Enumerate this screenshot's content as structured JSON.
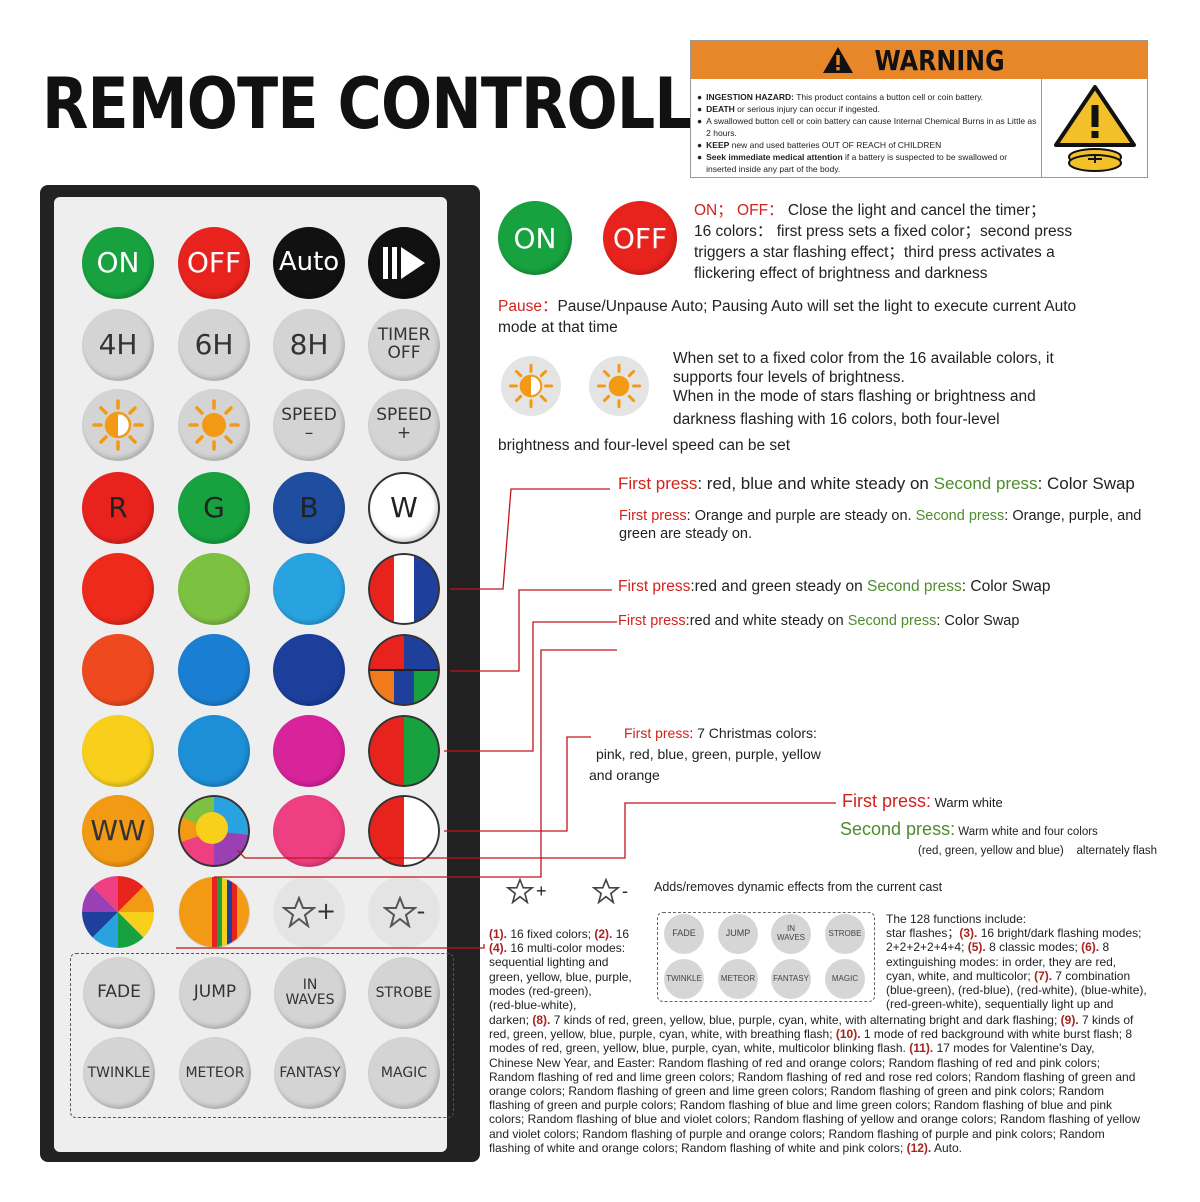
{
  "title": "REMOTE CONTROLLER",
  "warning": {
    "header": "WARNING",
    "lines": [
      {
        "bold": "INGESTION HAZARD:",
        "text": " This product contains a button cell or coin battery."
      },
      {
        "bold": "DEATH",
        "text": " or serious injury can occur if ingested."
      },
      {
        "bold": "",
        "text": "A swallowed button cell or coin battery can cause Internal Chemical Burns in as Little as 2 hours."
      },
      {
        "bold": "KEEP",
        "text": " new and used batteries OUT OF REACH of CHILDREN"
      },
      {
        "bold": "Seek immediate medical attention",
        "text": " if a battery is suspected to be swallowed or inserted inside any part of the body."
      }
    ]
  },
  "remote": {
    "row1": [
      "ON",
      "OFF",
      "Auto",
      "play-pause"
    ],
    "row2": [
      "4H",
      "6H",
      "8H",
      "TIMER OFF"
    ],
    "row3": [
      "brightness-down",
      "brightness-up",
      "SPEED –",
      "SPEED +"
    ],
    "row4": [
      "R",
      "G",
      "B",
      "W"
    ],
    "effects": [
      "FADE",
      "JUMP",
      "IN WAVES",
      "STROBE",
      "TWINKLE",
      "METEOR",
      "FANTASY",
      "MAGIC"
    ],
    "star_plus": "+",
    "star_minus": "-",
    "colors": {
      "red": "#e8231e",
      "green": "#17a23f",
      "blue": "#1f4ea1",
      "black": "#111111",
      "grid": [
        [
          "#ee2a1c",
          "#7dc143",
          "#29a3e0"
        ],
        [
          "#ef4a1f",
          "#1a7fd2",
          "#1c3f9c"
        ],
        [
          "#f8d01c",
          "#1d8fd6",
          "#d9239a"
        ],
        [
          "#f39a14",
          "#ee3f82"
        ]
      ]
    }
  },
  "legend": {
    "on_label": "ON",
    "off_label": "OFF",
    "onoff": {
      "p1a": "ON； OFF：",
      "p1b": " Close the light and cancel the timer；",
      "p2": "16 colors：   first press sets a fixed color；second press",
      "p3": "triggers a star flashing effect；third press activates a",
      "p4": "flickering effect of brightness and darkness"
    },
    "pause": {
      "label": "Pause：",
      "text1": "Pause/Unpause Auto; Pausing Auto will set the light to execute current Auto",
      "text2": "mode at that time"
    },
    "brightness": {
      "l1": "When set to a fixed color from the 16 available colors, it",
      "l2": "supports four levels of brightness.",
      "l3": "When in the mode of stars flashing or brightness and",
      "l4": "darkness flashing with 16 colors, both four-level",
      "l5": "brightness and four-level speed can be set"
    },
    "rbw": {
      "fp": "First press",
      "a": ": red, blue and white steady on ",
      "sp": "Second press",
      "b": ": Color Swap"
    },
    "op": {
      "fp": "First press",
      "a": ": Orange and purple are steady on. ",
      "sp": "Second press",
      "b": ": Orange, purple, and",
      "c": "green are steady on."
    },
    "rg": {
      "fp": "First press",
      "a": ":red and green steady on ",
      "sp": "Second press",
      "b": ": Color Swap"
    },
    "rw": {
      "fp": "First press",
      "a": ":red and white steady on ",
      "sp": "Second press",
      "b": ": Color Swap"
    },
    "xmas": {
      "fp": "First press",
      "a": ": 7 Christmas colors:",
      "b": "pink, red, blue, green, purple, yellow",
      "c": "and orange"
    },
    "ww": {
      "fp": "First press:",
      "a": " Warm white",
      "sp": "Second press:",
      "b": " Warm white and four colors",
      "c": "(red, green, yellow and blue)    alternately flash"
    },
    "stars_text": "Adds/removes dynamic effects from the current cast",
    "mini": [
      "FADE",
      "JUMP",
      "IN WAVES",
      "STROBE",
      "TWINKLE",
      "METEOR",
      "FANTASY",
      "MAGIC"
    ],
    "func_head": "The 128 functions include:",
    "right_lines": [
      {
        "pre": "star flashes；",
        "b": "(3).",
        "post": " 16 bright/dark flashing modes;"
      },
      {
        "pre": "2+2+2+2+4+4; ",
        "b": "(5).",
        "post": " 8 classic modes; ",
        "b2": "(6).",
        "post2": " 8"
      },
      {
        "pre": "extinguishing modes: in order, they are red,",
        "b": "",
        "post": ""
      },
      {
        "pre": "cyan, white, and multicolor; ",
        "b": "(7).",
        "post": " 7 combination"
      },
      {
        "pre": "(blue-green), (red-blue), (red-white), (blue-white),",
        "b": "",
        "post": ""
      },
      {
        "pre": "(red-green-white), sequentially light up and",
        "b": "",
        "post": ""
      }
    ],
    "left_lines": [
      {
        "b": "(1).",
        "t": " 16 fixed colors; ",
        "b2": "(2).",
        "t2": " 16"
      },
      {
        "b": "(4).",
        "t": " 16 multi-color modes:"
      },
      {
        "b": "",
        "t": "sequential lighting and"
      },
      {
        "b": "",
        "t": "green, yellow, blue, purple,"
      },
      {
        "b": "",
        "t": "modes (red-green),"
      },
      {
        "b": "",
        "t": "(red-blue-white),"
      }
    ],
    "bottom_lines": [
      {
        "t": "darken; ",
        "b": "(8).",
        "t2": " 7 kinds of red, green, yellow, blue, purple, cyan, white, with alternating bright and dark flashing; ",
        "b2": "(9).",
        "t3": " 7 kinds of"
      },
      {
        "t": "red, green, yellow, blue, purple, cyan, white, with breathing flash; ",
        "b": "(10).",
        "t2": " 1 mode of red background with white burst flash; 8"
      },
      {
        "t": "modes of red, green, yellow, blue, purple, cyan, white, multicolor blinking flash. ",
        "b": "(11).",
        "t2": " 17 modes for Valentine's Day,"
      },
      {
        "t": "Chinese New Year, and Easter: Random flashing of red and orange colors; Random flashing of red and pink colors;"
      },
      {
        "t": "Random flashing of red and lime green colors; Random flashing of red and rose red colors; Random flashing of green and"
      },
      {
        "t": "orange colors; Random flashing of green and lime green colors; Random flashing of green and pink colors; Random"
      },
      {
        "t": "flashing of green and purple colors; Random flashing of blue and lime green colors; Random flashing of blue and pink"
      },
      {
        "t": "colors; Random flashing of blue and violet colors; Random flashing of yellow and orange colors; Random flashing of yellow"
      },
      {
        "t": "and violet colors; Random flashing of purple and orange colors; Random flashing of purple and pink colors; Random"
      },
      {
        "t": "flashing of white and orange colors; Random flashing of white and pink colors; ",
        "b": "(12).",
        "t2": " Auto."
      }
    ]
  }
}
